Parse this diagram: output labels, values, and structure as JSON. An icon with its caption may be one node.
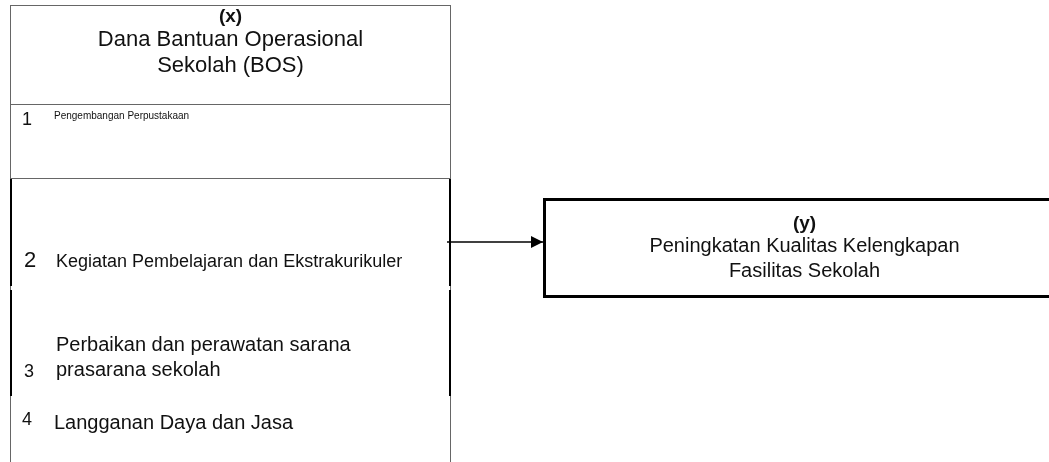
{
  "diagram": {
    "nodes": [
      {
        "text": [
          "(x)",
          "Dana Bantuan Operasional Sekolah (BOS)"
        ]
      },
      {
        "text": [
          "1",
          "Pengembangan Perpustakaan"
        ],
        "in": 0
      },
      {
        "text": [
          "2",
          "Kegiatan Pembelajaran dan Ekstrakurikuler"
        ],
        "in": 0
      },
      {
        "text": [
          "3",
          "Perbaikan dan perawatan sarana prasarana sekolah"
        ],
        "in": 0
      },
      {
        "text": [
          "4",
          "Langganan Daya dan Jasa"
        ],
        "in": 0
      },
      {
        "text": [
          "(y)",
          "Peningkatan Kualitas Kelengkapan Fasilitas Sekolah"
        ]
      }
    ],
    "edges": [
      {
        "from": 0,
        "to": 5,
        "arrow": "to"
      }
    ]
  }
}
